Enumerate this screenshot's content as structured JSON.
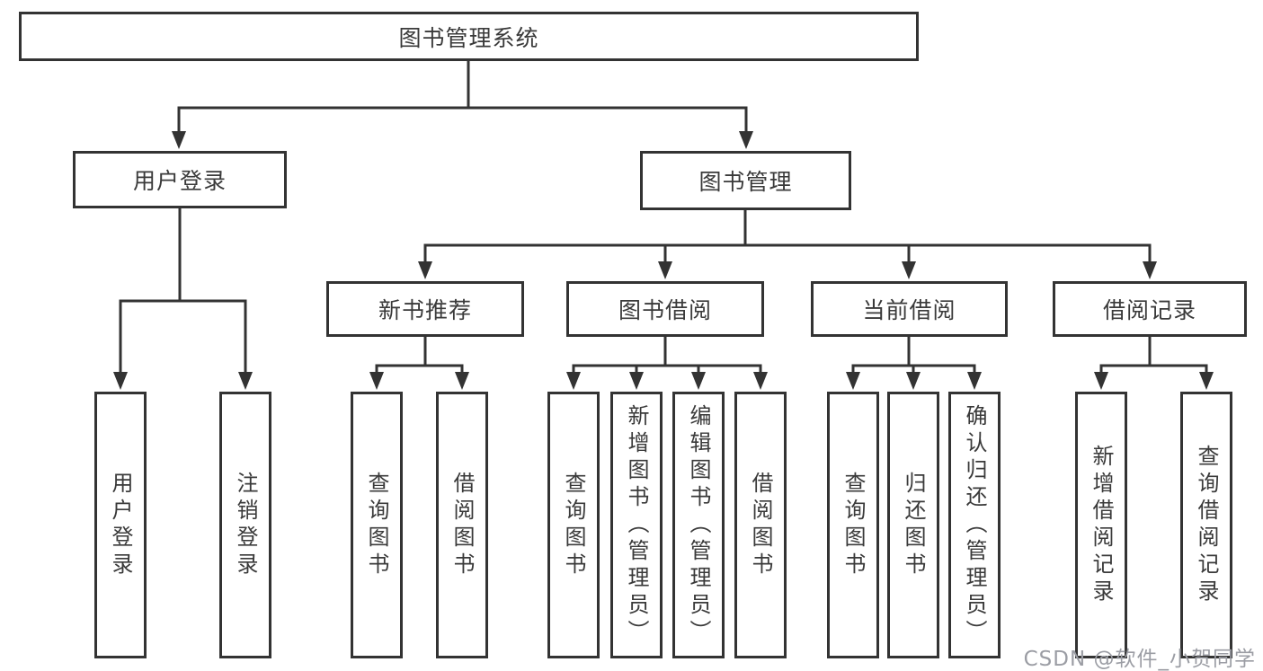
{
  "tree": {
    "label": "图书管理系统",
    "children": [
      {
        "label": "用户登录",
        "children": [
          {
            "label": "用户登录"
          },
          {
            "label": "注销登录"
          }
        ]
      },
      {
        "label": "图书管理",
        "children": [
          {
            "label": "新书推荐",
            "children": [
              {
                "label": "查询图书"
              },
              {
                "label": "借阅图书"
              }
            ]
          },
          {
            "label": "图书借阅",
            "children": [
              {
                "label": "查询图书"
              },
              {
                "label": "新增图书（管理员）"
              },
              {
                "label": "编辑图书（管理员）"
              },
              {
                "label": "借阅图书"
              }
            ]
          },
          {
            "label": "当前借阅",
            "children": [
              {
                "label": "查询图书"
              },
              {
                "label": "归还图书"
              },
              {
                "label": "确认归还（管理员）"
              }
            ]
          },
          {
            "label": "借阅记录",
            "children": [
              {
                "label": "新增借阅记录"
              },
              {
                "label": "查询借阅记录"
              }
            ]
          }
        ]
      }
    ]
  },
  "watermark": {
    "text": "CSDN @软件_小贺同学"
  },
  "colors": {
    "line": "#333333",
    "text": "#3a3a3a",
    "background": "#ffffff",
    "watermark": "#9b9da4"
  }
}
